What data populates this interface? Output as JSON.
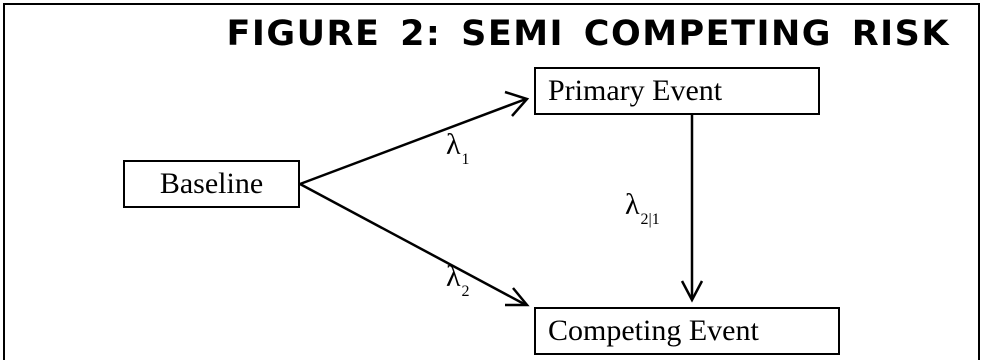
{
  "figure": {
    "title": "FIGURE  2: SEMI  COMPETING  RISK"
  },
  "nodes": {
    "baseline": "Baseline",
    "primary": "Primary  Event",
    "competing": "Competing  Event"
  },
  "edges": {
    "lambda1": {
      "symbol": "λ",
      "sub": "1"
    },
    "lambda2": {
      "symbol": "λ",
      "sub": "2"
    },
    "lambda21": {
      "symbol": "λ",
      "sub": "2|1"
    }
  }
}
